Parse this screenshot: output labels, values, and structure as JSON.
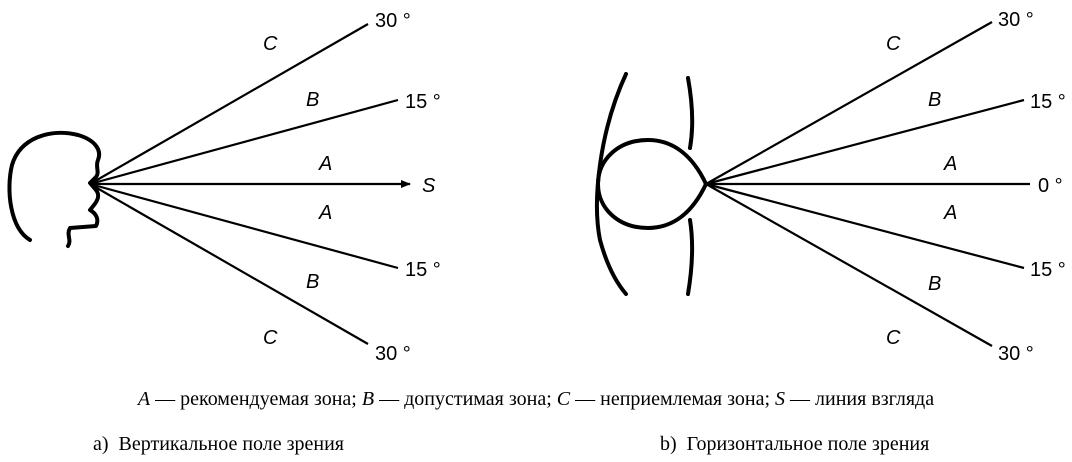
{
  "vertical": {
    "angles": {
      "top30": "30 °",
      "top15": "15 °",
      "bottom15": "15 °",
      "bottom30": "30 °"
    },
    "sight_label": "S",
    "zones": {
      "c_top": "C",
      "b_top": "B",
      "a_top": "A",
      "a_bottom": "A",
      "b_bottom": "B",
      "c_bottom": "C"
    },
    "caption": "a)  Вертикальное поле зрения"
  },
  "horizontal": {
    "angles": {
      "top30": "30 °",
      "top15": "15 °",
      "center": "0 °",
      "bottom15": "15 °",
      "bottom30": "30 °"
    },
    "zones": {
      "c_top": "C",
      "b_top": "B",
      "a_top": "A",
      "a_bottom": "A",
      "b_bottom": "B",
      "c_bottom": "C"
    },
    "caption": "b)  Горизонтальное поле зрения"
  },
  "legend": {
    "a_key": "A",
    "a_text": " — рекомендуемая зона; ",
    "b_key": "B",
    "b_text": " — допустимая зона; ",
    "c_key": "C",
    "c_text": " — неприемлемая зона; ",
    "s_key": "S",
    "s_text": " — линия взгляда"
  }
}
